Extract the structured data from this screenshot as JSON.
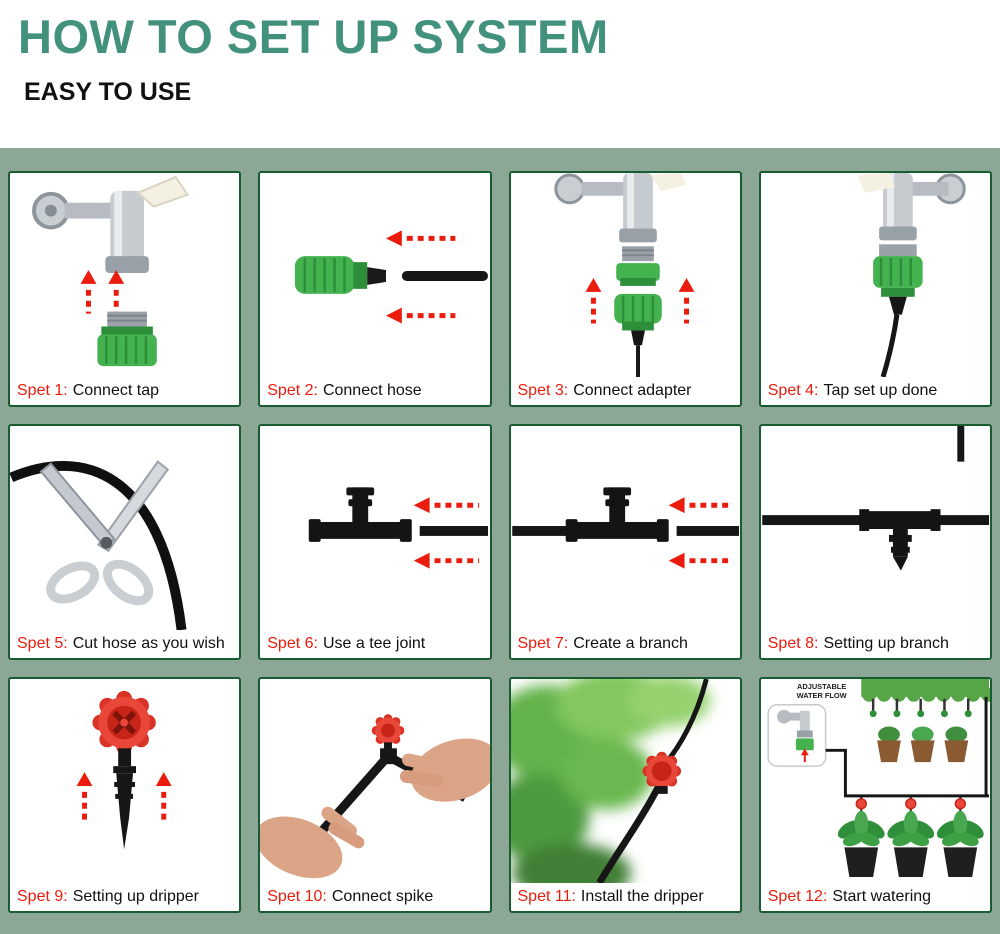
{
  "header": {
    "title": "HOW TO SET UP SYSTEM",
    "subtitle": "EASY TO USE"
  },
  "steps": [
    {
      "label": "Spet 1:",
      "caption": "Connect tap",
      "illustration": "tap-with-connector"
    },
    {
      "label": "Spet 2:",
      "caption": "Connect hose",
      "illustration": "quick-connector-and-hose"
    },
    {
      "label": "Spet 3:",
      "caption": "Connect adapter",
      "illustration": "tap-adapter-parts"
    },
    {
      "label": "Spet 4:",
      "caption": "Tap set up done",
      "illustration": "assembled-tap"
    },
    {
      "label": "Spet 5:",
      "caption": "Cut hose as you wish",
      "illustration": "scissors-cutting-hose"
    },
    {
      "label": "Spet 6:",
      "caption": "Use a tee joint",
      "illustration": "tee-joint"
    },
    {
      "label": "Spet 7:",
      "caption": "Create a branch",
      "illustration": "tee-joint-with-hose"
    },
    {
      "label": "Spet 8:",
      "caption": "Setting up branch",
      "illustration": "branch-installed"
    },
    {
      "label": "Spet 9:",
      "caption": "Setting up dripper",
      "illustration": "dripper-on-spike"
    },
    {
      "label": "Spet 10:",
      "caption": "Connect spike",
      "illustration": "hands-connecting-spike"
    },
    {
      "label": "Spet 11:",
      "caption": "Install the dripper",
      "illustration": "dripper-in-garden"
    },
    {
      "label": "Spet 12:",
      "caption": "Start watering",
      "illustration": "watering-system-overview"
    }
  ],
  "step12_inset": {
    "line1": "ADJUSTABLE",
    "line2": "WATER FLOW"
  },
  "colors": {
    "title_green": "#42917c",
    "background_sage": "#8ca795",
    "card_border_green": "#1a5c32",
    "step_number_red": "#ea1c0d",
    "caption_black": "#111111",
    "connector_green": "#43b24f",
    "hose_black": "#161616",
    "dripper_red": "#e8473a"
  }
}
